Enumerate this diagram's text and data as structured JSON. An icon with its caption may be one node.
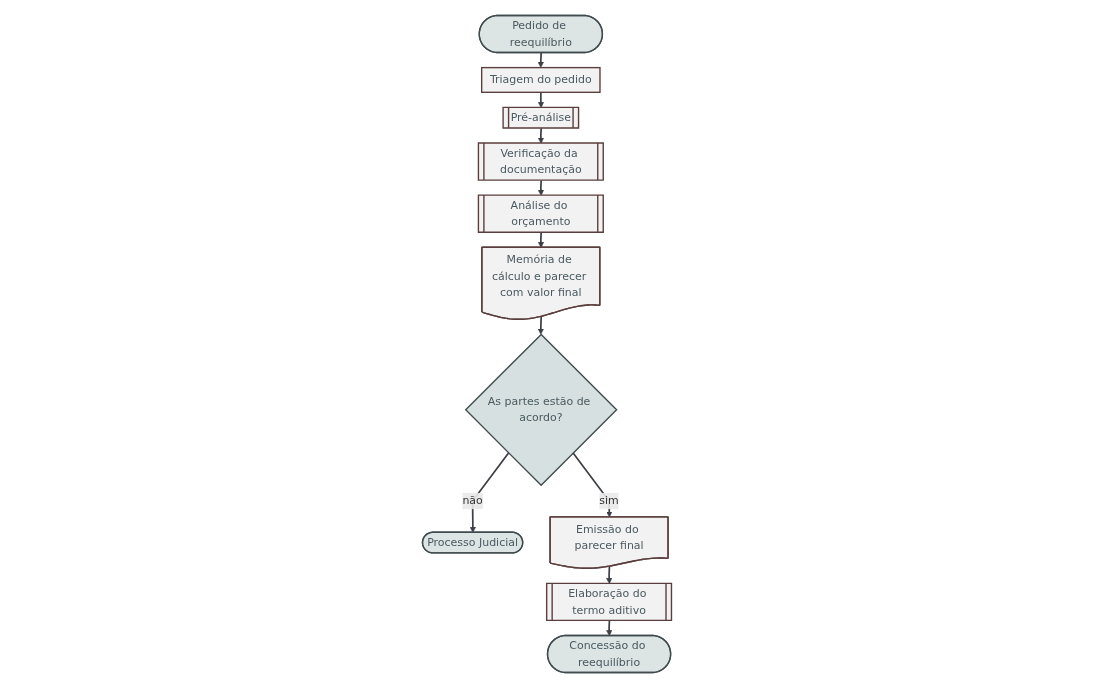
{
  "diagram": {
    "nodes": [
      {
        "text": [
          "Pedido de reequilíbrio"
        ]
      },
      {
        "text": [
          "Triagem do pedido"
        ]
      },
      {
        "text": [
          "Pré-análise"
        ]
      },
      {
        "text": [
          "Verificação da documentação"
        ]
      },
      {
        "text": [
          "Análise do orçamento"
        ]
      },
      {
        "text": [
          "Memória de cálculo e parecer com valor final"
        ]
      },
      {
        "text": [
          "As partes estão de acordo?"
        ]
      },
      {
        "text": [
          "Processo Judicial"
        ]
      },
      {
        "text": [
          "Emissão do parecer final"
        ]
      },
      {
        "text": [
          "Elaboração do termo aditivo"
        ]
      },
      {
        "text": [
          "Concessão do reequilíbrio"
        ]
      }
    ],
    "edges": [
      {
        "from": 0,
        "to": 1,
        "arrow": "to"
      },
      {
        "from": 1,
        "to": 2,
        "arrow": "to"
      },
      {
        "from": 2,
        "to": 3,
        "arrow": "to"
      },
      {
        "from": 3,
        "to": 4,
        "arrow": "to"
      },
      {
        "from": 4,
        "to": 5,
        "arrow": "to"
      },
      {
        "from": 5,
        "to": 6,
        "arrow": "to"
      },
      {
        "from": 6,
        "to": 7,
        "label": "não",
        "arrow": "to"
      },
      {
        "from": 6,
        "to": 8,
        "label": "sim",
        "arrow": "to"
      },
      {
        "from": 8,
        "to": 9,
        "arrow": "to"
      },
      {
        "from": 9,
        "to": 10,
        "arrow": "to"
      }
    ]
  }
}
